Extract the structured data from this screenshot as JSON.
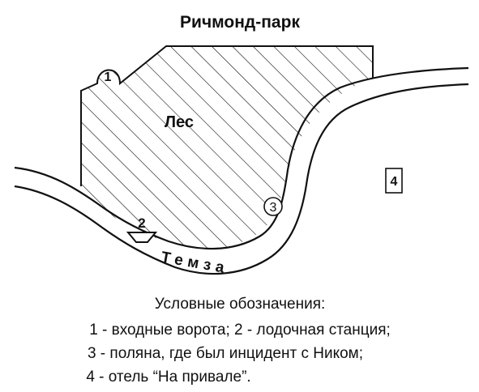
{
  "title": "Ричмонд-парк",
  "map": {
    "forest_label": "Лес",
    "river_label": "Темза",
    "markers": [
      {
        "id": "1"
      },
      {
        "id": "2"
      },
      {
        "id": "3"
      },
      {
        "id": "4"
      }
    ]
  },
  "legend": {
    "heading": "Условные обозначения:",
    "lines": [
      "1 - входные ворота; 2 - лодочная станция;",
      "3 - поляна, где был инцидент с Ником;",
      "4 - отель “На привале”."
    ]
  },
  "colors": {
    "ink": "#111111",
    "background": "#ffffff"
  }
}
